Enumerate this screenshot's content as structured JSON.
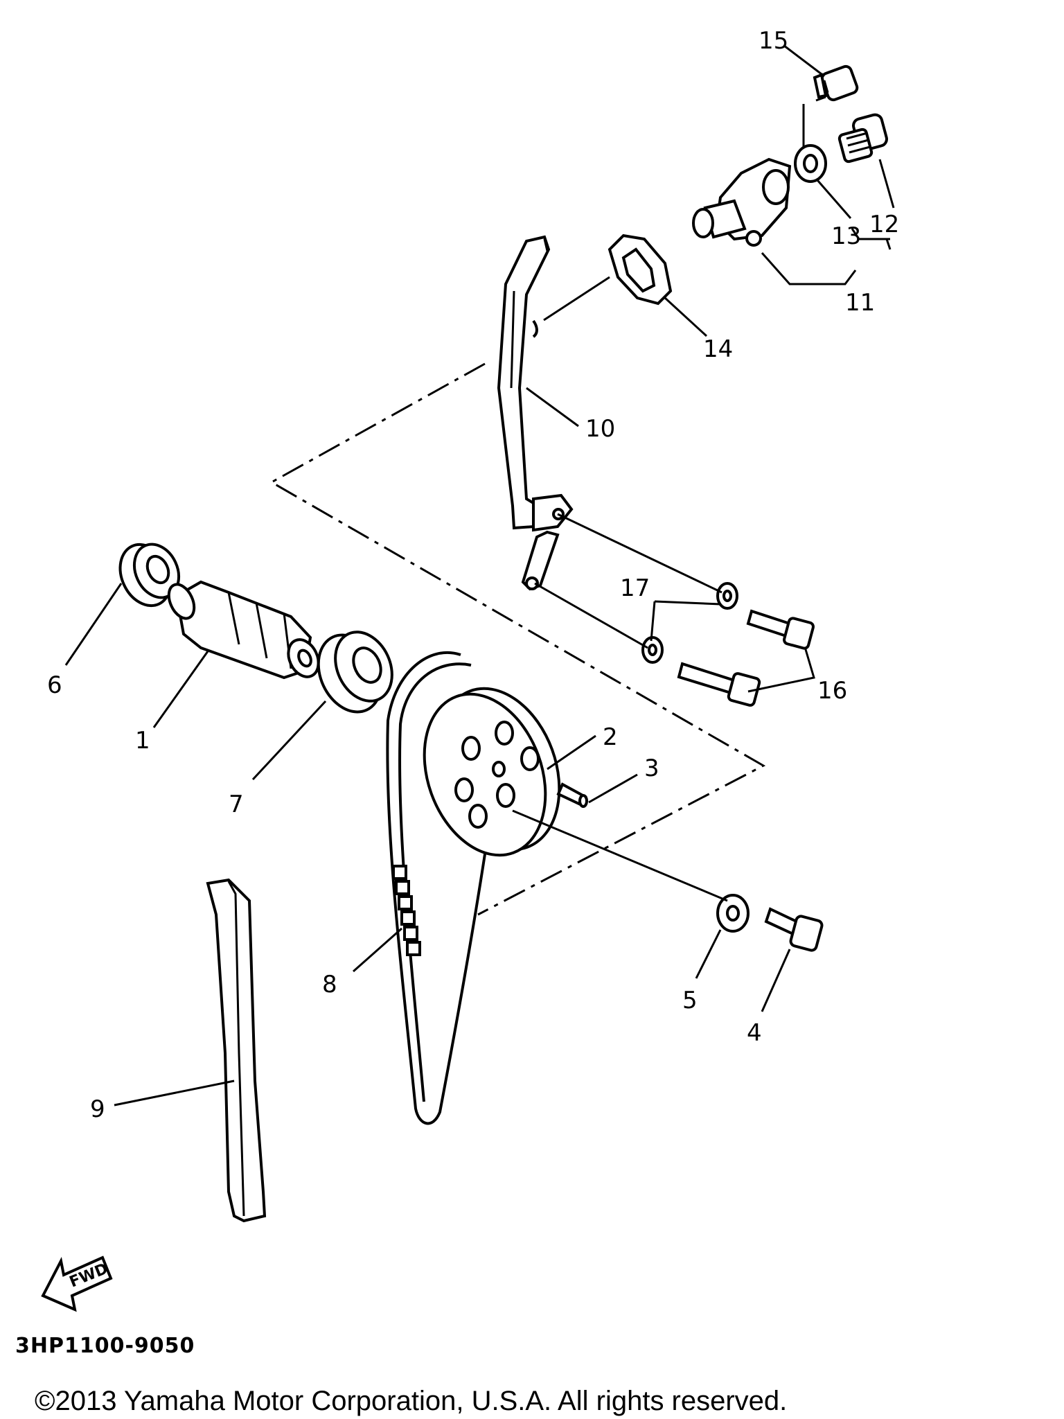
{
  "callouts": [
    {
      "id": "c1",
      "label": "1"
    },
    {
      "id": "c2",
      "label": "2"
    },
    {
      "id": "c3",
      "label": "3"
    },
    {
      "id": "c4",
      "label": "4"
    },
    {
      "id": "c5",
      "label": "5"
    },
    {
      "id": "c6",
      "label": "6"
    },
    {
      "id": "c7",
      "label": "7"
    },
    {
      "id": "c8",
      "label": "8"
    },
    {
      "id": "c9",
      "label": "9"
    },
    {
      "id": "c10",
      "label": "10"
    },
    {
      "id": "c11",
      "label": "11"
    },
    {
      "id": "c12",
      "label": "12"
    },
    {
      "id": "c13",
      "label": "13"
    },
    {
      "id": "c14",
      "label": "14"
    },
    {
      "id": "c15",
      "label": "15"
    },
    {
      "id": "c16",
      "label": "16"
    },
    {
      "id": "c17",
      "label": "17"
    }
  ],
  "fwd_label": "FWD",
  "diagram_code": "3HP1100-9050",
  "copyright": "©2013 Yamaha Motor Corporation, U.S.A. All rights reserved."
}
